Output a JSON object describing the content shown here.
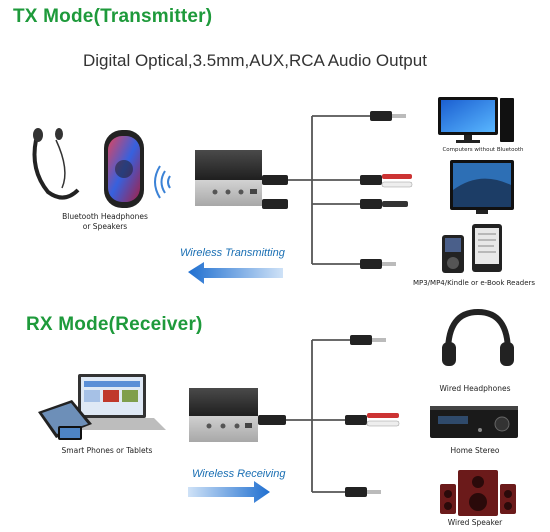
{
  "tx": {
    "title": "TX Mode(Transmitter)",
    "subtitle": "Digital Optical,3.5mm,AUX,RCA Audio Output",
    "source_label": "Bluetooth Headphones\nor Speakers",
    "wireless_label": "Wireless Transmitting",
    "devices": {
      "computer": "Computers without Bluetooth",
      "mp3": "MP3/MP4/Kindle or e-Book Readers"
    }
  },
  "rx": {
    "title": "RX Mode(Receiver)",
    "source_label": "Smart Phones or Tablets",
    "wireless_label": "Wireless Receiving",
    "devices": {
      "headphones": "Wired Headphones",
      "stereo": "Home Stereo",
      "speaker": "Wired Speaker"
    }
  },
  "colors": {
    "title_green": "#1e9a3b",
    "wireless_blue": "#1a6fb3",
    "arrow_blue": "#3b82d6"
  }
}
